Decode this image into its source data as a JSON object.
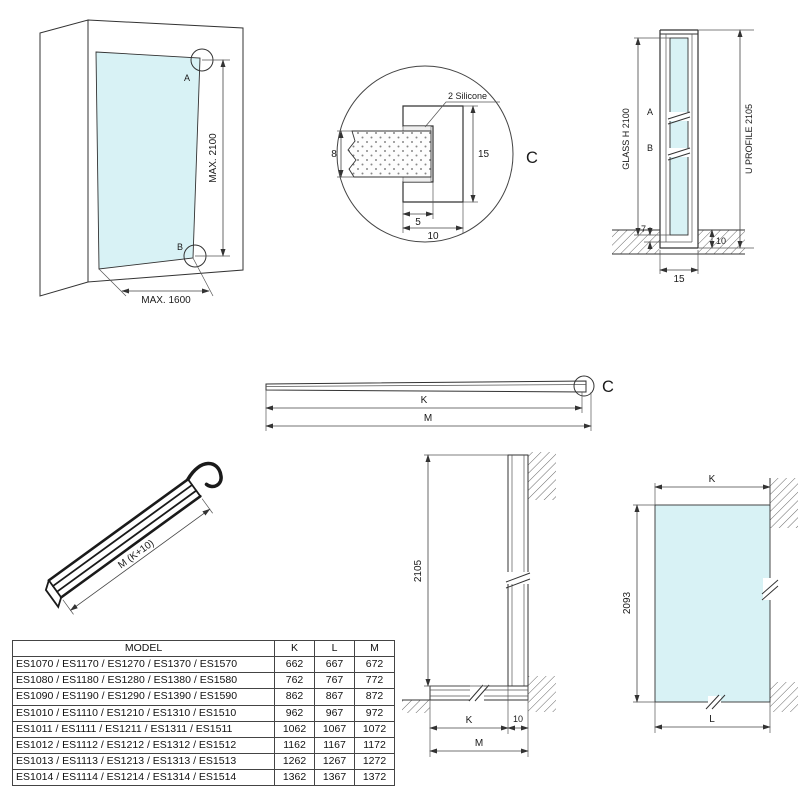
{
  "door_view": {
    "max_height": "MAX. 2100",
    "max_width": "MAX. 1600",
    "point_a": "A",
    "point_b": "B"
  },
  "detail_view": {
    "silicone_label": "2 Silicone",
    "glass_thickness": "8",
    "profile_height": "15",
    "slot_depth": "5",
    "profile_width": "10",
    "detail_letter": "C"
  },
  "section_view": {
    "glass_height": "GLASS H 2100",
    "profile_height": "U PROFILE 2105",
    "point_a": "A",
    "point_b": "B",
    "bottom_gap": "7",
    "embed_depth": "10",
    "profile_width": "15"
  },
  "bar_view": {
    "dim_k": "K",
    "dim_m": "M",
    "detail_letter": "C"
  },
  "profile_3d_view": {
    "length_label": "M (K+10)"
  },
  "wall_view": {
    "profile_height": "2105",
    "dim_k": "K",
    "profile_width": "10",
    "dim_m": "M"
  },
  "glass_view": {
    "dim_k": "K",
    "glass_height": "2093",
    "dim_l": "L"
  },
  "table": {
    "headers": {
      "model": "MODEL",
      "k": "K",
      "l": "L",
      "m": "M"
    },
    "rows": [
      {
        "model": "ES1070 / ES1170 / ES1270 / ES1370 / ES1570",
        "k": "662",
        "l": "667",
        "m": "672"
      },
      {
        "model": "ES1080 / ES1180 / ES1280 / ES1380 / ES1580",
        "k": "762",
        "l": "767",
        "m": "772"
      },
      {
        "model": "ES1090 / ES1190 / ES1290 / ES1390 / ES1590",
        "k": "862",
        "l": "867",
        "m": "872"
      },
      {
        "model": "ES1010 / ES1110 / ES1210 / ES1310 / ES1510",
        "k": "962",
        "l": "967",
        "m": "972"
      },
      {
        "model": "ES1011 / ES1111 / ES1211 / ES1311 / ES1511",
        "k": "1062",
        "l": "1067",
        "m": "1072"
      },
      {
        "model": "ES1012 / ES1112 / ES1212 / ES1312 / ES1512",
        "k": "1162",
        "l": "1167",
        "m": "1172"
      },
      {
        "model": "ES1013 / ES1113 / ES1213 / ES1313 / ES1513",
        "k": "1262",
        "l": "1267",
        "m": "1272"
      },
      {
        "model": "ES1014 / ES1114 / ES1214 / ES1314 / ES1514",
        "k": "1362",
        "l": "1367",
        "m": "1372"
      }
    ]
  }
}
